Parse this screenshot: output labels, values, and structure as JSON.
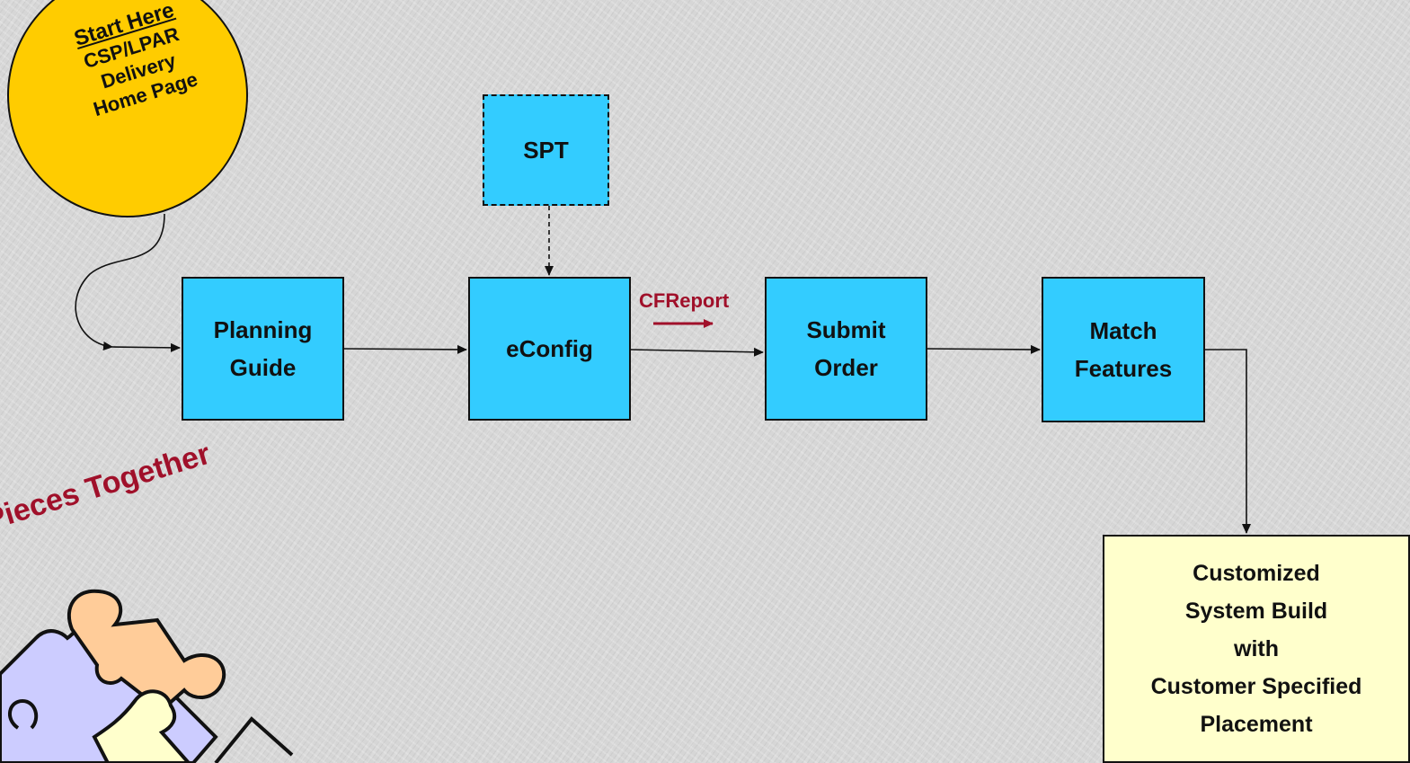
{
  "start_badge": {
    "heading": "Start Here",
    "line1": "CSP/LPAR",
    "line2": "Delivery",
    "line3": "Home Page"
  },
  "nodes": {
    "spt": "SPT",
    "planning_guide": [
      "Planning",
      "Guide"
    ],
    "econfig": "eConfig",
    "submit_order": [
      "Submit",
      "Order"
    ],
    "match_features": [
      "Match",
      "Features"
    ]
  },
  "edge_label_cfreport": "CFReport",
  "outcome": [
    "Customized",
    "System Build",
    "with",
    "Customer Specified",
    "Placement"
  ],
  "tagline": "Pieces Together",
  "colors": {
    "process_box": "#33ccff",
    "outcome_box": "#ffffcc",
    "start_badge": "#ffcc00",
    "accent_text": "#a0102a",
    "puzzle_orange": "#ffcc99",
    "puzzle_lavender": "#ccccff",
    "puzzle_yellow": "#ffffcc"
  }
}
